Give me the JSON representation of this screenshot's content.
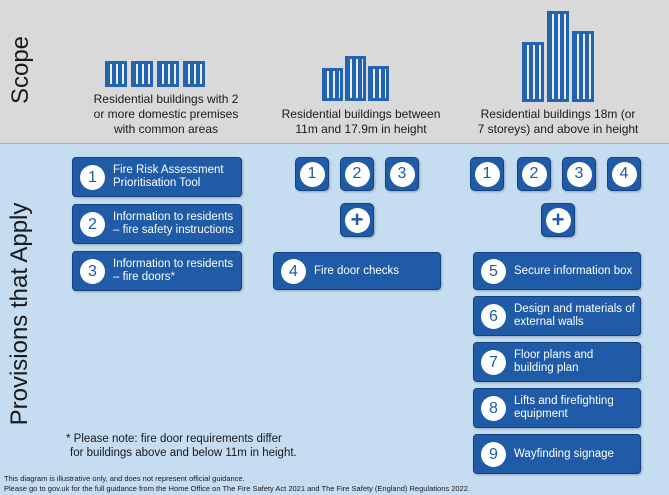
{
  "labels": {
    "scope": "Scope",
    "provisions": "Provisions that Apply"
  },
  "scope": {
    "col1_line1": "Residential buildings with 2",
    "col1_line2": "or more domestic premises",
    "col1_line3": "with common areas",
    "col2_line1": "Residential buildings between",
    "col2_line2": "11m and 17.9m in height",
    "col3_line1": "Residential buildings 18m (or",
    "col3_line2": "7 storeys) and above in height"
  },
  "provisions": {
    "p1": {
      "num": "1",
      "line1": "Fire Risk Assessment",
      "line2": "Prioritisation Tool"
    },
    "p2": {
      "num": "2",
      "line1": "Information to residents",
      "line2": "– fire safety instructions"
    },
    "p3": {
      "num": "3",
      "line1": "Information to residents",
      "line2": "– fire doors*"
    },
    "p4": {
      "num": "4",
      "line1": "Fire door checks"
    },
    "p5": {
      "num": "5",
      "line1": "Secure information box"
    },
    "p6": {
      "num": "6",
      "line1": "Design and materials of",
      "line2": "external walls"
    },
    "p7": {
      "num": "7",
      "line1": "Floor plans and",
      "line2": "building  plan"
    },
    "p8": {
      "num": "8",
      "line1": "Lifts and firefighting",
      "line2": "equipment"
    },
    "p9": {
      "num": "9",
      "line1": "Wayfinding signage"
    }
  },
  "tiles": {
    "one": "1",
    "two": "2",
    "three": "3",
    "four": "4",
    "plus": "+"
  },
  "note": {
    "line1": "* Please note: fire door requirements differ",
    "line2": "for buildings  above and below  11m in height."
  },
  "footer": {
    "line1": "This diagram is illustrative only, and does not represent official guidance.",
    "line2": "Please go to gov.uk for the full guidance from the Home Office on The Fire Safety Act 2021 and The Fire Safety (England) Regulations 2022."
  },
  "colors": {
    "primary": "#1f5ba6",
    "scope_bg": "#d9d9d9",
    "provisions_bg": "#c5dcf1"
  },
  "icons": {
    "small_building": "building-low-icon",
    "mid_building": "building-mid-icon",
    "tall_building": "building-tall-icon"
  }
}
